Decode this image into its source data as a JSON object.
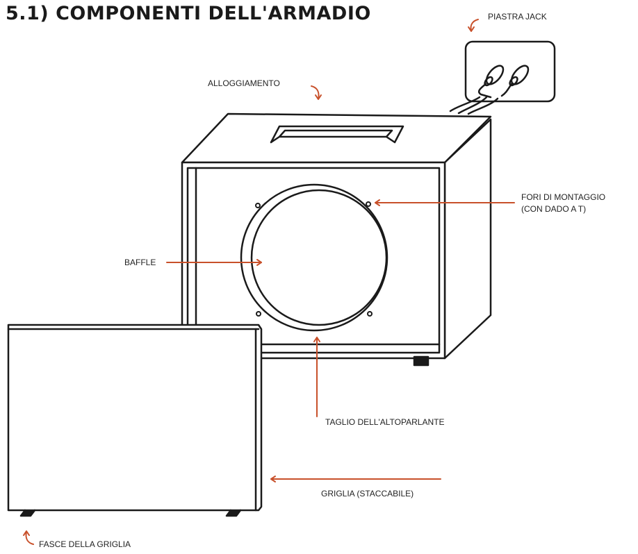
{
  "title": "5.1) COMPONENTI DELL'ARMADIO",
  "labels": {
    "jack_plate": "PIASTRA JACK",
    "housing": "ALLOGGIAMENTO",
    "mounting_holes_line1": "FORI DI MONTAGGIO",
    "mounting_holes_line2": "(CON DADO A T)",
    "baffle": "BAFFLE",
    "speaker_cutout": "TAGLIO DELL'ALTOPARLANTE",
    "grille": "GRIGLIA (STACCABILE)",
    "grille_strips": "FASCE DELLA GRIGLIA"
  },
  "colors": {
    "accent": "#c8502a",
    "line": "#1a1a1a"
  }
}
